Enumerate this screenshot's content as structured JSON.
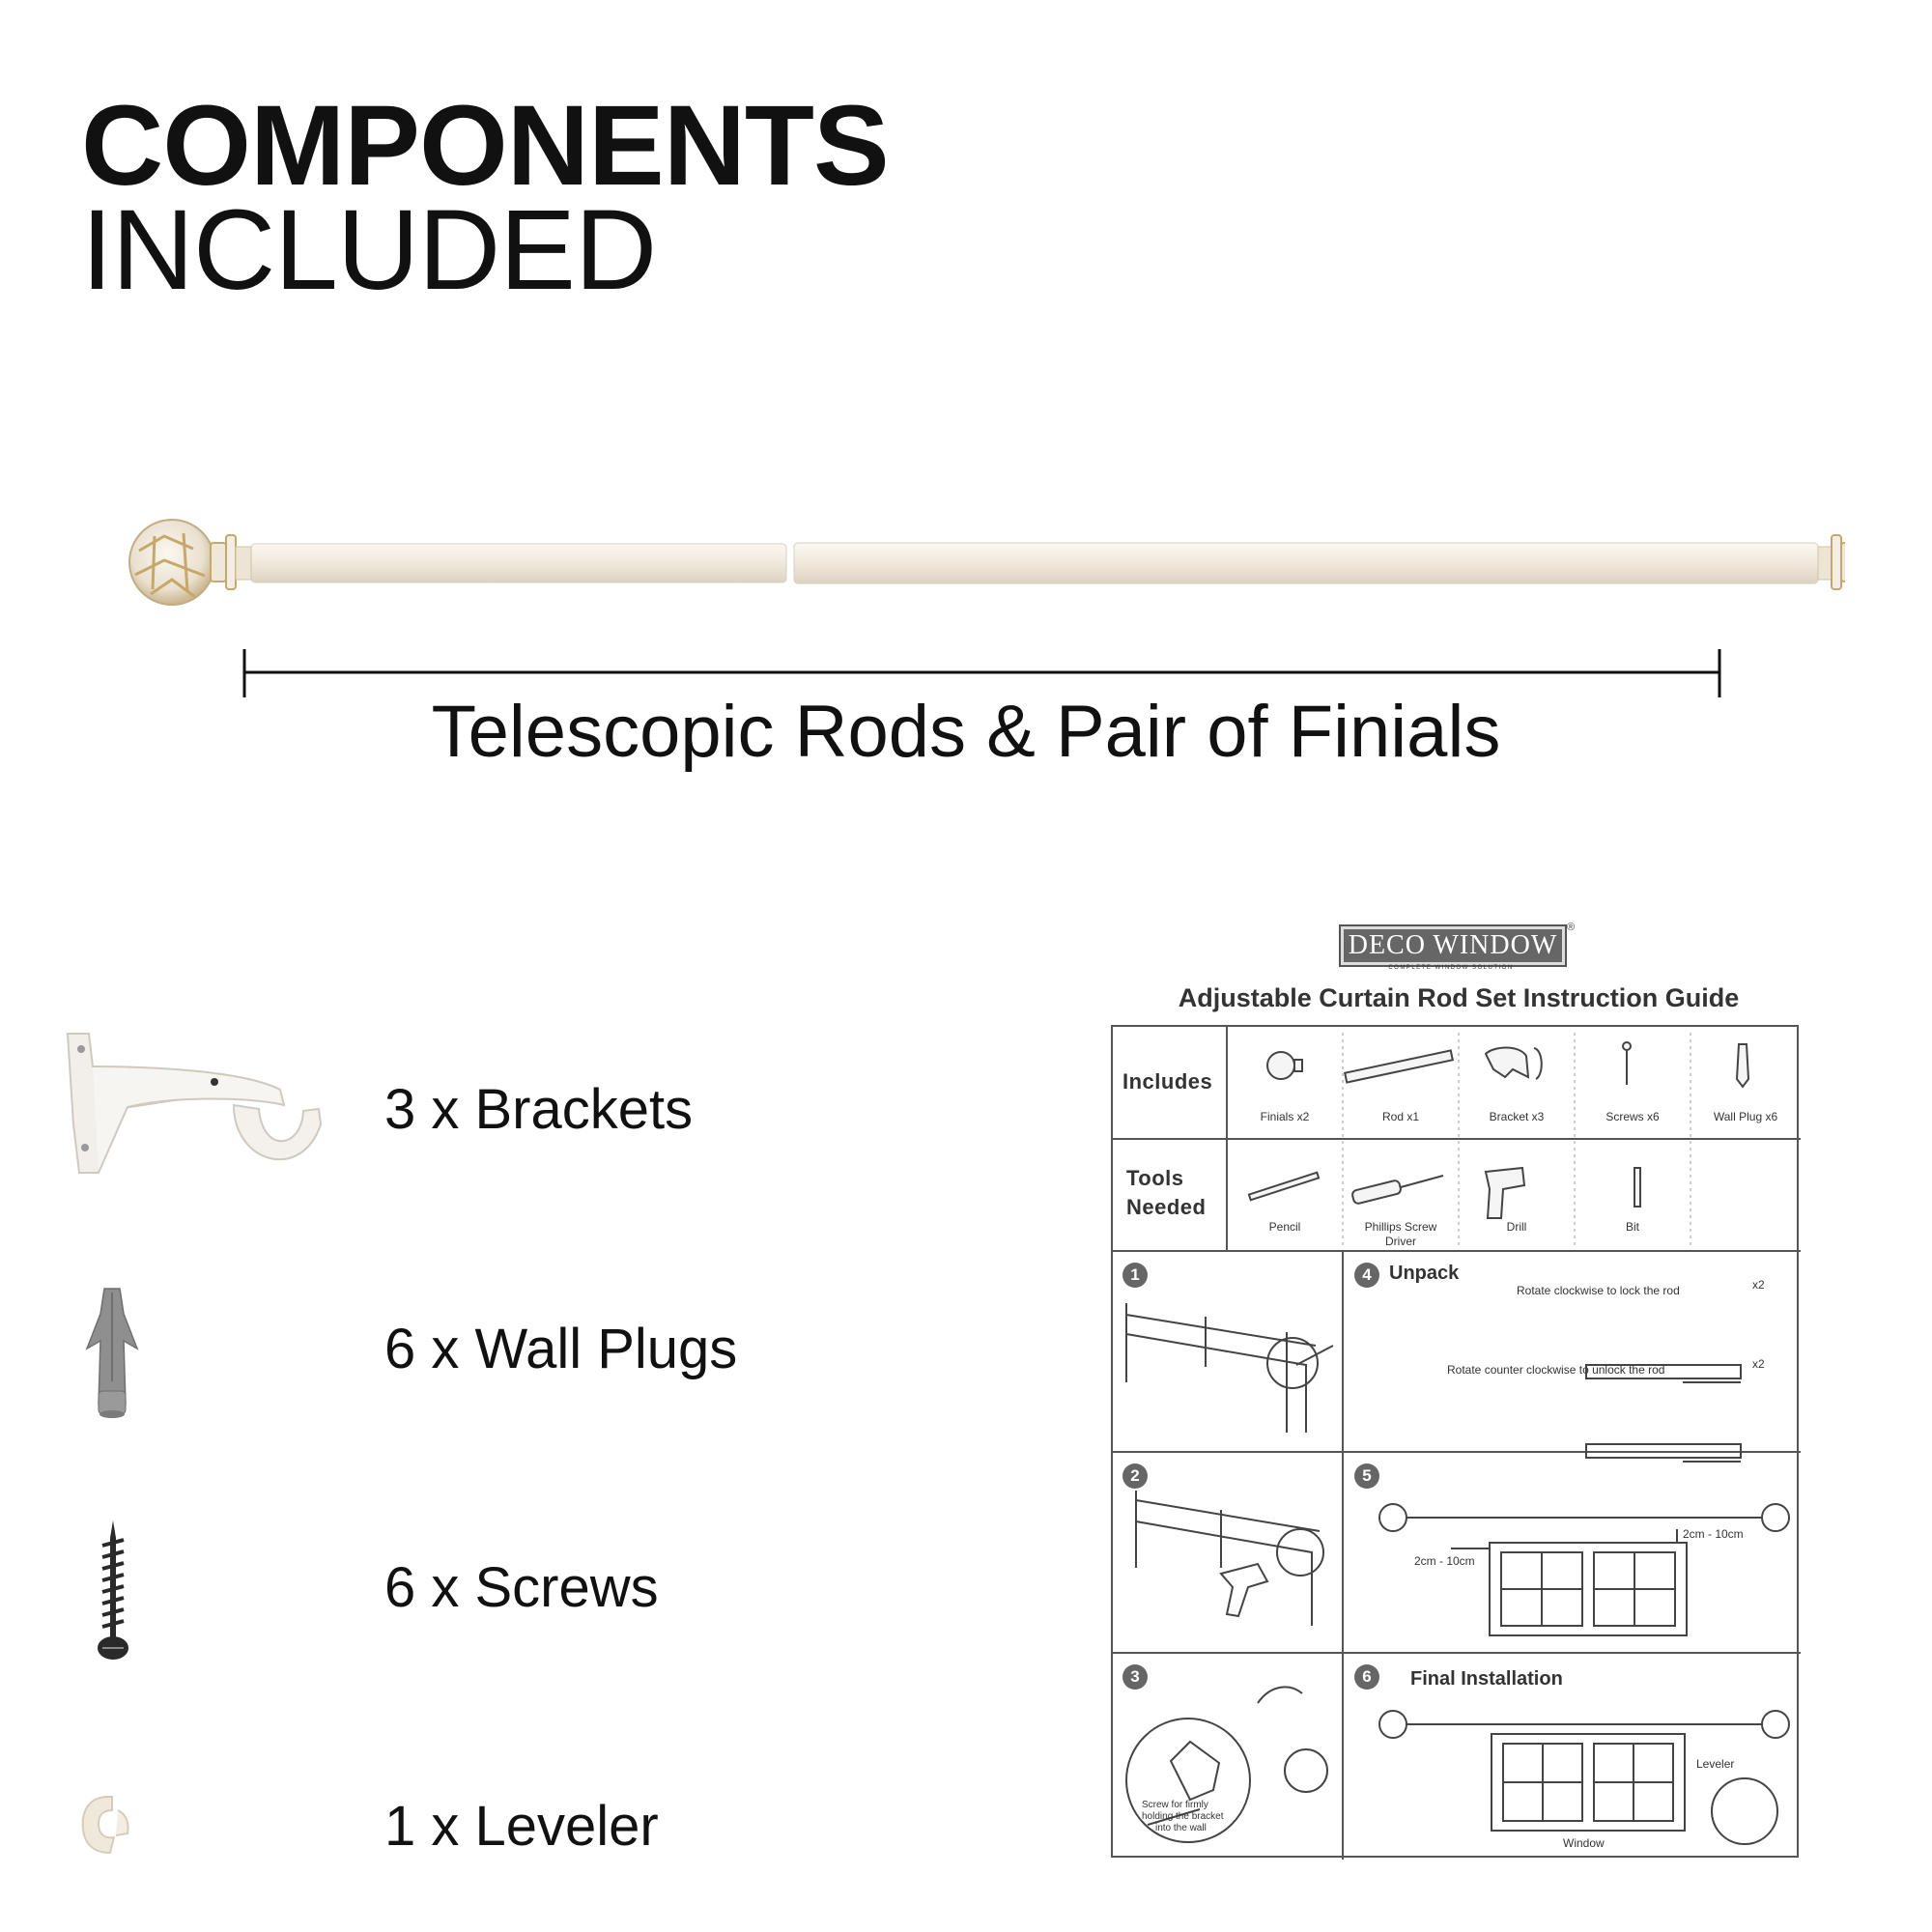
{
  "heading": {
    "line1": "COMPONENTS",
    "line2": "INCLUDED"
  },
  "rod": {
    "caption": "Telescopic Rods & Pair of Finials"
  },
  "components": [
    {
      "label": "3 x Brackets",
      "icon": "bracket-icon"
    },
    {
      "label": "6 x Wall Plugs",
      "icon": "wall-plug-icon"
    },
    {
      "label": "6 x Screws",
      "icon": "screw-icon"
    },
    {
      "label": "1 x Leveler",
      "icon": "leveler-icon"
    }
  ],
  "guide": {
    "brand": "DECO WINDOW",
    "brand_reg": "®",
    "brand_sub": "COMPLETE WINDOW SOLUTION",
    "title": "Adjustable Curtain Rod Set Instruction Guide",
    "includes_label": "Includes",
    "includes": [
      "Finials x2",
      "Rod x1",
      "Bracket x3",
      "Screws x6",
      "Wall Plug x6"
    ],
    "tools_label_1": "Tools",
    "tools_label_2": "Needed",
    "tools": [
      "Pencil",
      "Phillips Screw",
      "Driver",
      "Drill",
      "Bit"
    ],
    "steps": {
      "s1": "1",
      "s2": "2",
      "s3": "3",
      "s4": "4",
      "s5": "5",
      "s6": "6",
      "unpack": "Unpack",
      "lock_text": "Rotate clockwise to lock the rod",
      "unlock_text": "Rotate counter clockwise to unlock the rod",
      "x2a": "x2",
      "x2b": "x2",
      "dist_left": "2cm - 10cm",
      "dist_top": "2cm - 10cm",
      "screw_note_1": "Screw for firmly",
      "screw_note_2": "holding the bracket",
      "screw_note_3": "into the wall",
      "final": "Final Installation",
      "leveler": "Leveler",
      "window": "Window"
    }
  },
  "colors": {
    "rod": "#f1ebe1",
    "finial_gold": "#c8a86a",
    "plug": "#8f8f8f",
    "screw": "#2a2a2a",
    "guide_line": "#555555"
  }
}
